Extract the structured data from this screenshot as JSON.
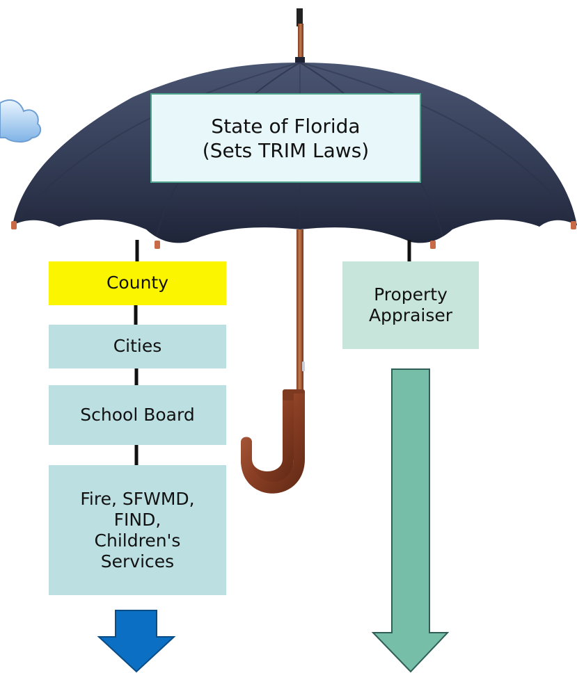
{
  "diagram": {
    "state": "State of Florida\n(Sets TRIM Laws)",
    "left_column": {
      "county": "County",
      "cities": "Cities",
      "school_board": "School Board",
      "special_districts": "Fire, SFWMD,\nFIND,\nChildren's\nServices"
    },
    "property_appraiser": "Property\nAppraiser"
  },
  "colors": {
    "canopy": "#36405a",
    "state_box_fill": "#e8f8fa",
    "state_box_border": "#4fa68d",
    "county_fill": "#fbf500",
    "agency_fill": "#bcdfe2",
    "appraiser_fill": "#c8e5dc",
    "left_arrow": "#0b6fc4",
    "right_arrow": "#77bea8",
    "handle": "#8f4e33"
  },
  "icons": {
    "umbrella": "umbrella-icon",
    "cloud": "cloud-icon",
    "left_arrow": "down-arrow-icon",
    "right_arrow": "down-arrow-icon"
  }
}
